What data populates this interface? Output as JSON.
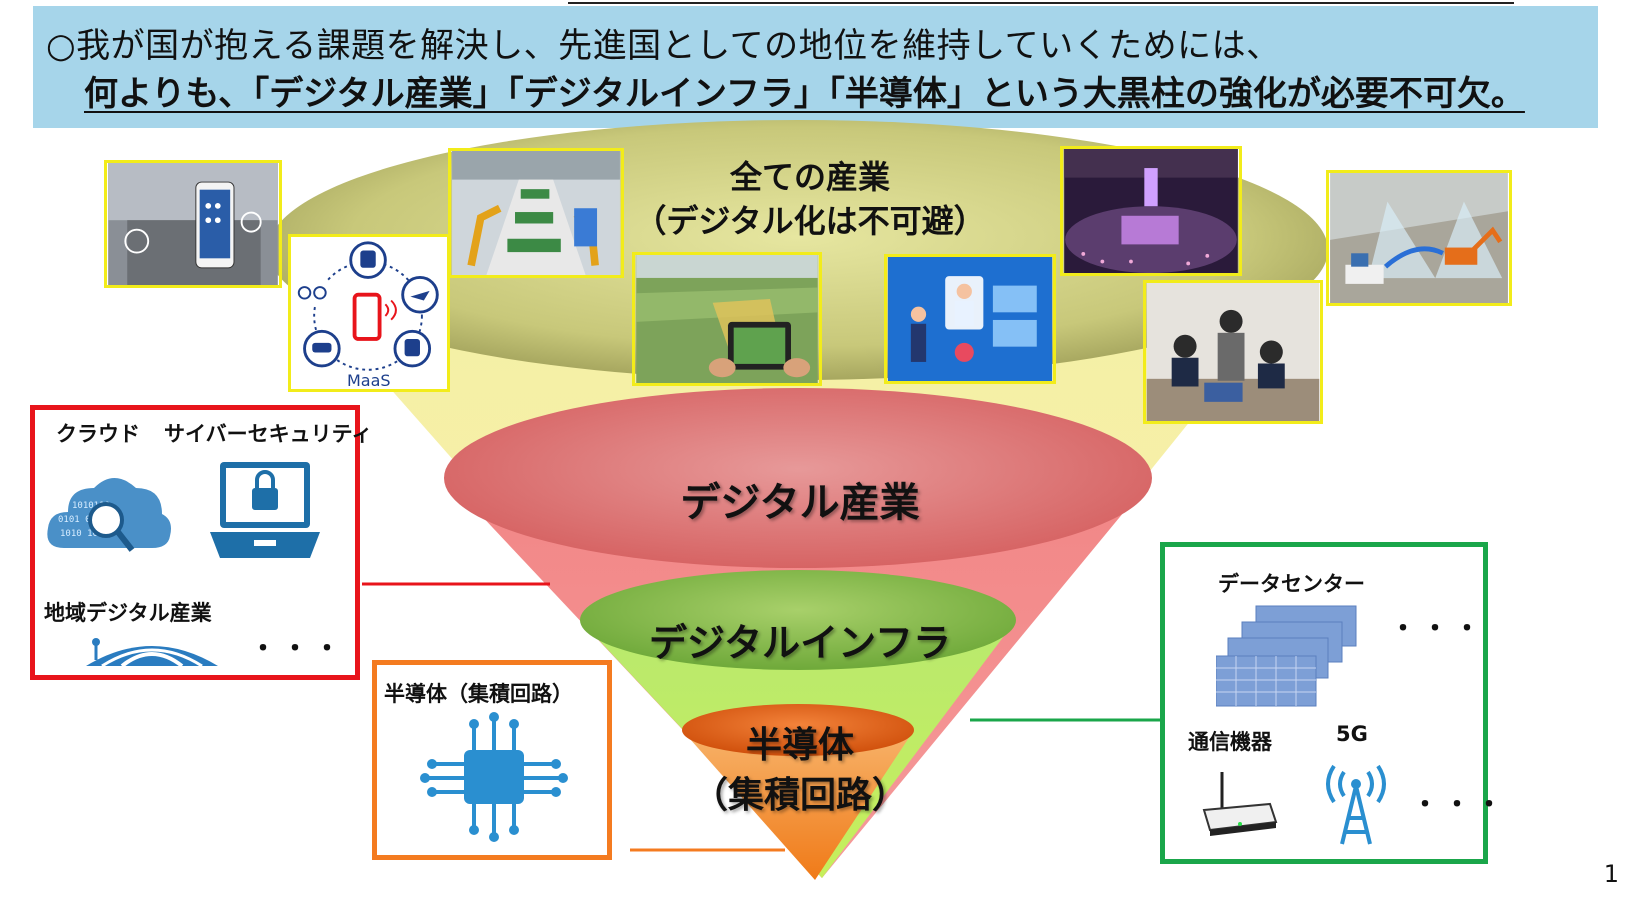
{
  "header": {
    "line1": "○我が国が抱える課題を解決し、先進国としての地位を維持していくためには、",
    "line2": "何よりも、「デジタル産業」「デジタルインフラ」「半導体」という大黒柱の強化が必要不可欠。"
  },
  "funnel": {
    "top_title": "全ての産業",
    "top_subtitle": "（デジタル化は不可避）",
    "layer1": "デジタル産業",
    "layer2": "デジタルインフラ",
    "layer3_line1": "半導体",
    "layer3_line2": "（集積回路）"
  },
  "photos": {
    "maas_label": "MaaS"
  },
  "left_box": {
    "cloud": "クラウド",
    "cyber": "サイバーセキュリティ",
    "regional": "地域デジタル産業",
    "more": "・・・",
    "color": "#e8141b"
  },
  "semi_box": {
    "title": "半導体（集積回路）",
    "color": "#f47b20"
  },
  "right_box": {
    "datacenter": "データセンター",
    "comm": "通信機器",
    "fiveg": "5G",
    "more1": "・・・",
    "more2": "・・・",
    "color": "#1aa64a"
  },
  "page_number": "1"
}
